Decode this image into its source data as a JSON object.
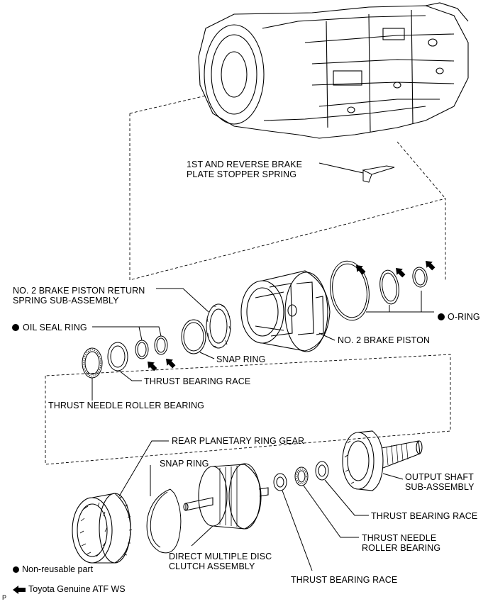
{
  "labels": {
    "stopper_spring": "1ST AND REVERSE BRAKE\nPLATE STOPPER SPRING",
    "return_spring": "NO. 2 BRAKE PISTON RETURN\nSPRING SUB-ASSEMBLY",
    "oil_seal_ring": "OIL SEAL RING",
    "o_ring": "O-RING",
    "brake_piston": "NO. 2 BRAKE PISTON",
    "snap_ring_upper": "SNAP RING",
    "thrust_bearing_race_upper": "THRUST BEARING RACE",
    "thrust_needle_upper": "THRUST NEEDLE ROLLER BEARING",
    "rear_planetary": "REAR PLANETARY RING GEAR",
    "snap_ring_lower": "SNAP RING",
    "output_shaft": "OUTPUT SHAFT\nSUB-ASSEMBLY",
    "thrust_bearing_race_right": "THRUST BEARING RACE",
    "thrust_needle_lower": "THRUST NEEDLE\nROLLER BEARING",
    "direct_clutch": "DIRECT MULTIPLE DISC\nCLUTCH ASSEMBLY",
    "thrust_bearing_race_bottom": "THRUST BEARING RACE"
  },
  "legend": {
    "non_reusable": "Non-reusable part",
    "atf": "Toyota Genuine ATF WS"
  },
  "corner_mark": "P"
}
